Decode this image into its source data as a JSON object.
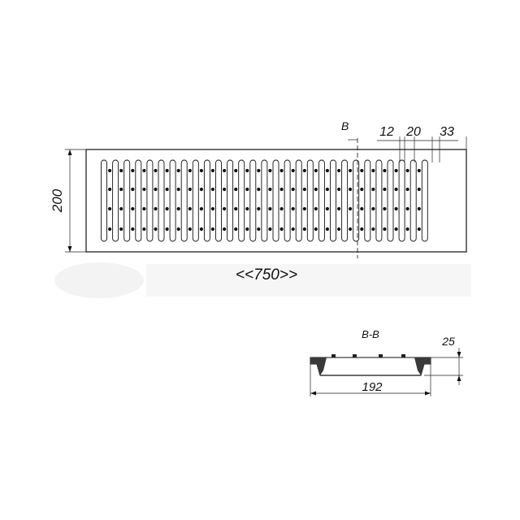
{
  "drawing": {
    "plan": {
      "height_label": "200",
      "length_label": "<<750>>",
      "section_marker": "B",
      "dim_slot_width": "12",
      "dim_slot_pitch": "20",
      "dim_edge_margin": "33",
      "slot_count": 29,
      "bolt_rows": 4
    },
    "section": {
      "title": "B-B",
      "depth_label": "25",
      "width_label": "192"
    }
  },
  "colors": {
    "ink": "#111111",
    "watermark": "#f1f1f1"
  }
}
